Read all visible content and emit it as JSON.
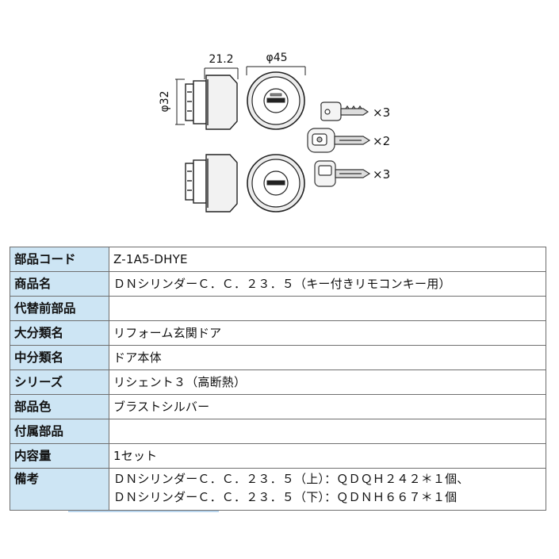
{
  "drawing": {
    "dim_width_side": "21.2",
    "dim_diameter_front": "φ45",
    "dim_diameter_side": "φ32",
    "keys": [
      {
        "count": "×3",
        "icon": "plain-key-icon"
      },
      {
        "count": "×2",
        "icon": "remote-key-icon"
      },
      {
        "count": "×3",
        "icon": "card-key-icon"
      }
    ]
  },
  "table": {
    "rows": [
      {
        "label": "部品コード",
        "value": "Z-1A5-DHYE"
      },
      {
        "label": "商品名",
        "value": "ＤＮシリンダーＣ．Ｃ．２３．５（キー付きリモコンキー用）"
      },
      {
        "label": "代替前部品",
        "value": ""
      },
      {
        "label": "大分類名",
        "value": "リフォーム玄関ドア"
      },
      {
        "label": "中分類名",
        "value": "ドア本体"
      },
      {
        "label": "シリーズ",
        "value": "リシェント３（高断熱）"
      },
      {
        "label": "部品色",
        "value": "ブラストシルバー"
      },
      {
        "label": "付属部品",
        "value": ""
      },
      {
        "label": "内容量",
        "value": "1セット"
      }
    ],
    "notes": {
      "label": "備考",
      "lines": [
        "ＤＮシリンダーＣ．Ｃ．２３．５（上）：ＱＤＱＨ２４２＊１個、",
        "ＤＮシリンダーＣ．Ｃ．２３．５（下）：ＱＤＮＨ６６７＊１個"
      ]
    }
  }
}
